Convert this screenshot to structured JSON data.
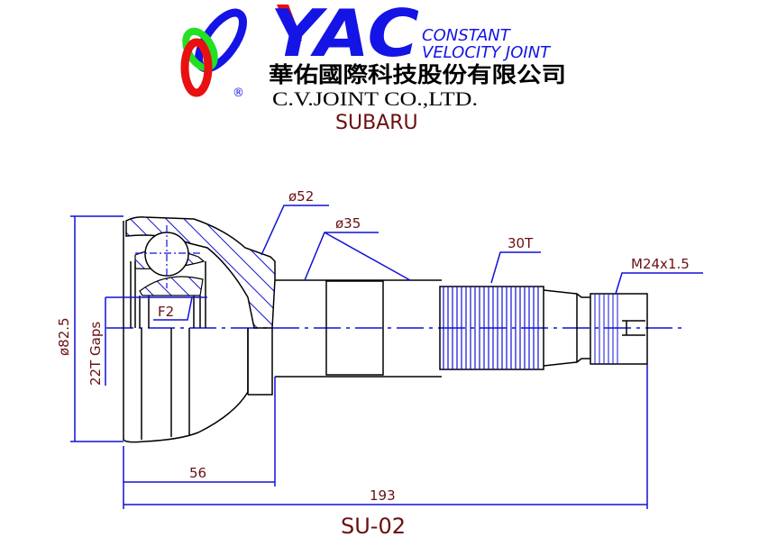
{
  "logo": {
    "brand": "YAC",
    "registered": "®",
    "tagline_line1": "CONSTANT",
    "tagline_line2": "VELOCITY JOINT",
    "company_chinese": "華佑國際科技股份有限公司",
    "company_english": "C.V.JOINT CO.,LTD.",
    "colors": {
      "blue": "#1414e6",
      "red": "#e81010",
      "green": "#22e022"
    }
  },
  "make": "SUBARU",
  "part_number": "SU-02",
  "dimensions": {
    "outer_diameter": "ø82.5",
    "abs_teeth": "22T Gaps",
    "seal_diameter_outer": "ø52",
    "seal_diameter_shaft": "ø35",
    "spline": "30T",
    "thread": "M24x1.5",
    "bell_length": "56",
    "total_length": "193",
    "fit": "F2"
  }
}
